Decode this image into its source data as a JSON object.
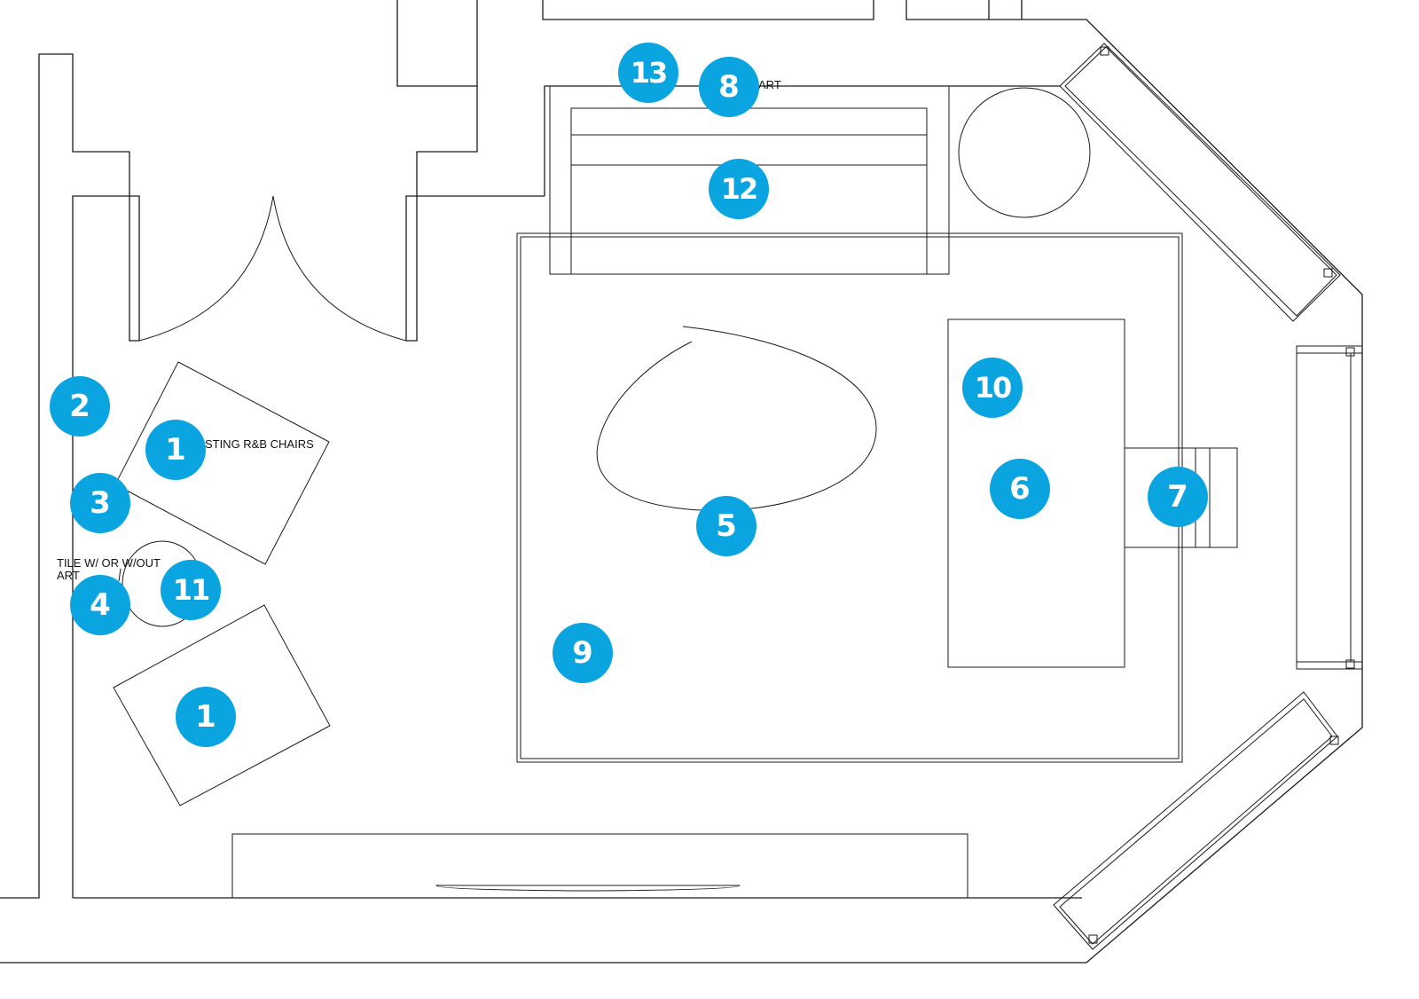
{
  "colors": {
    "marker": "#0aa4e0",
    "line": "#1a1a1a",
    "background": "#ffffff"
  },
  "labels": {
    "existing_chairs": "EXISTING R&B CHAIRS",
    "tile_line1": "TILE W/ OR W/OUT",
    "tile_line2": "ART",
    "art": "ART"
  },
  "markers": [
    {
      "id": "1a",
      "number": "1"
    },
    {
      "id": "1b",
      "number": "1"
    },
    {
      "id": "2",
      "number": "2"
    },
    {
      "id": "3",
      "number": "3"
    },
    {
      "id": "4",
      "number": "4"
    },
    {
      "id": "5",
      "number": "5"
    },
    {
      "id": "6",
      "number": "6"
    },
    {
      "id": "7",
      "number": "7"
    },
    {
      "id": "8",
      "number": "8"
    },
    {
      "id": "9",
      "number": "9"
    },
    {
      "id": "10",
      "number": "10"
    },
    {
      "id": "11",
      "number": "11"
    },
    {
      "id": "12",
      "number": "12"
    },
    {
      "id": "13",
      "number": "13"
    }
  ]
}
